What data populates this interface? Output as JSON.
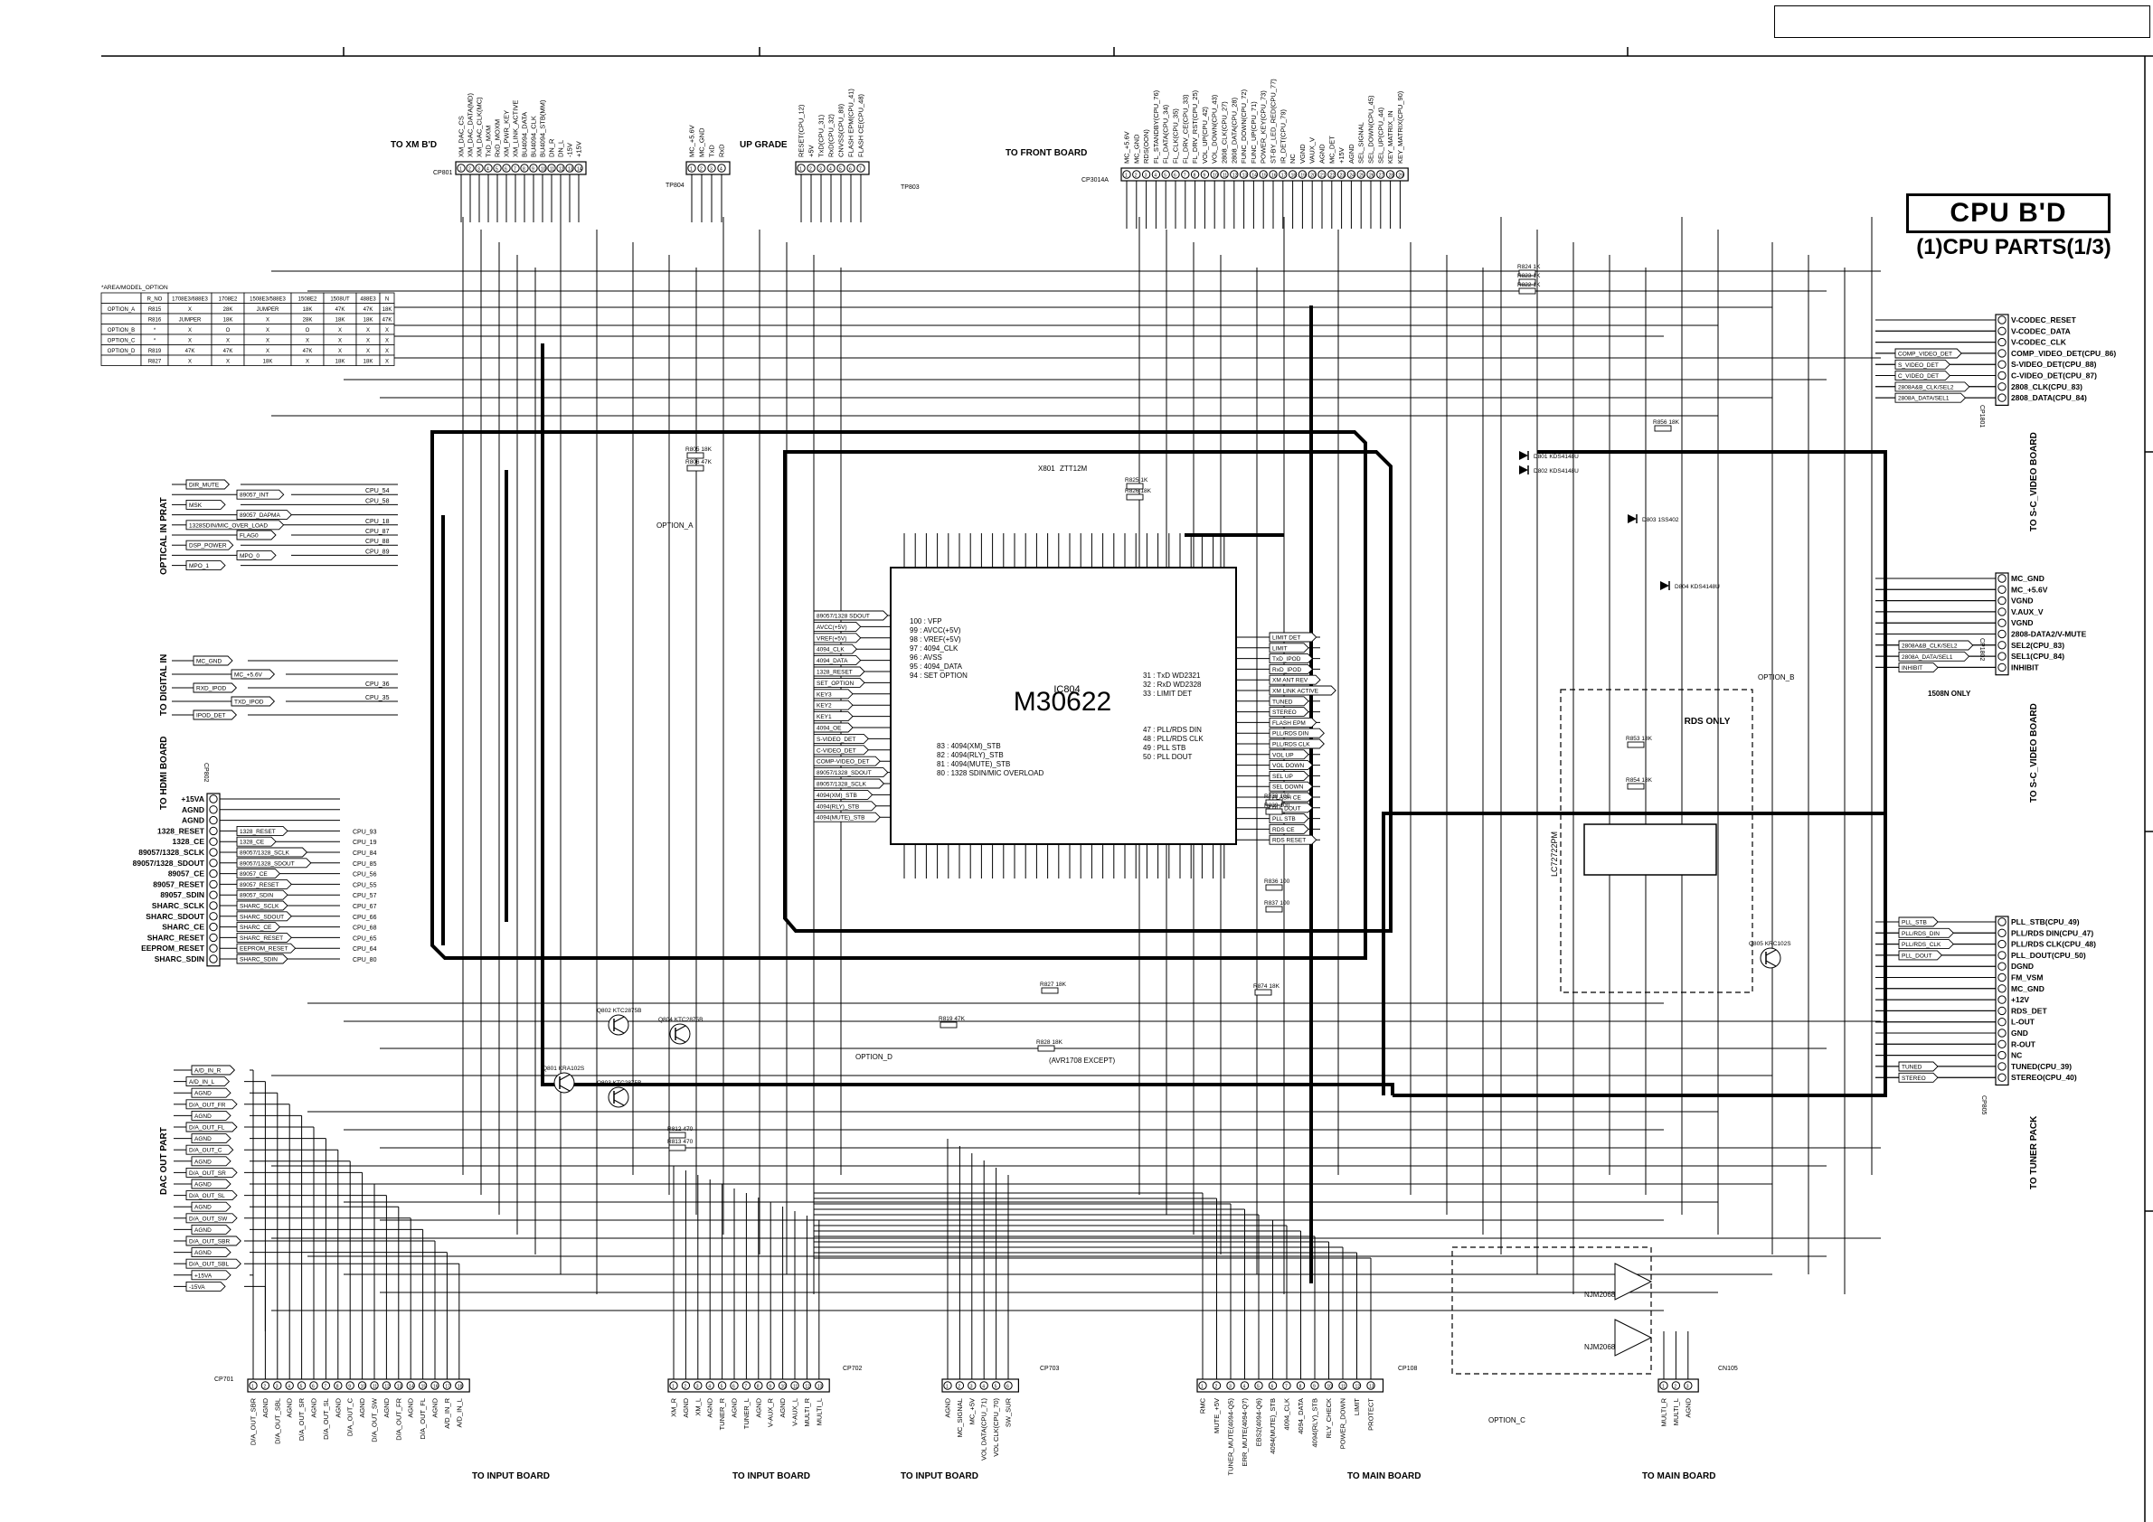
{
  "title": {
    "main": "CPU B'D",
    "sub": "(1)CPU PARTS(1/3)"
  },
  "ic": {
    "ref": "IC804",
    "part": "M30622"
  },
  "boards": {
    "xm": "TO XM B'D",
    "upgrade": "UP GRADE",
    "front": "TO FRONT BOARD",
    "optical": "OPTICAL IN PRAT",
    "digital": "TO DIGITAL IN",
    "hdmi": "TO HDMI BOARD",
    "dac": "DAC OUT PART",
    "svideo1": "TO S-C_VIDEO BOARD",
    "svideo2": "TO S-C_VIDEO BOARD",
    "tuner": "TO TUNER PACK",
    "input1": "TO INPUT BOARD",
    "input2": "TO INPUT BOARD",
    "input3": "TO INPUT BOARD",
    "main1": "TO MAIN BOARD",
    "main2": "TO MAIN BOARD"
  },
  "connectors": {
    "cp701": "CP701",
    "cp702": "CP702",
    "cp703": "CP703",
    "cp108": "CP108",
    "cn105": "CN105",
    "cp801": "CP801",
    "tp804": "TP804",
    "tp803": "TP803",
    "cp3014": "CP3014A",
    "cp1801": "CP1801",
    "cp1802": "CP1802",
    "cp802": "CP802",
    "cp805": "CP805"
  },
  "option_table": {
    "caption": "*AREA/MODEL_OPTION",
    "headers": [
      "",
      "R_NO",
      "1708E3/688E3",
      "1708E2",
      "1508E3/588E3",
      "1508E2",
      "1508UT",
      "488E3",
      "N"
    ],
    "rows": [
      [
        "OPTION_A",
        "R815",
        "X",
        "28K",
        "JUMPER",
        "18K",
        "47K",
        "47K",
        "18K"
      ],
      [
        "",
        "R816",
        "JUMPER",
        "18K",
        "X",
        "28K",
        "18K",
        "18K",
        "47K"
      ],
      [
        "OPTION_B",
        "*",
        "X",
        "O",
        "X",
        "O",
        "X",
        "X",
        "X"
      ],
      [
        "OPTION_C",
        "*",
        "X",
        "X",
        "X",
        "X",
        "X",
        "X",
        "X"
      ],
      [
        "OPTION_D",
        "R819",
        "47K",
        "47K",
        "X",
        "47K",
        "X",
        "X",
        "X"
      ],
      [
        "",
        "R827",
        "X",
        "X",
        "18K",
        "X",
        "18K",
        "18K",
        "X"
      ]
    ]
  },
  "xm_pins": [
    "XM_DAC_CS",
    "XM_DAC_DATA(MD)",
    "XM_DAC_CLK(MC)",
    "TxD_MXM",
    "RxD_MOXM",
    "XM_PWR_KEY",
    "XM_LINK_ACTIVE",
    "BU4094_DATA",
    "BU4094_CLK",
    "BU4094_STB(MM)",
    "DN_R",
    "DN_L",
    "-15V",
    "+15V"
  ],
  "upgrade_pins": [
    "MC_+5.6V",
    "MC_GND",
    "TxD",
    "RxD"
  ],
  "tp803_pins": [
    "RESET(CPU_12)",
    "+5V",
    "TxD(CPU_31)",
    "RxD(CPU_32)",
    "CNVSS(CPU_89)",
    "FLASH EPM(CPU_41)",
    "FLASH CE(CPU_48)"
  ],
  "front_pins": [
    "MC_+5.6V",
    "MC_GND",
    "RDS(OON)",
    "FL_STANDBY(CPU_76)",
    "FL_DATA(CPU_34)",
    "FL_CLK(CPU_35)",
    "FL_DRV_CE(CPU_33)",
    "FL_DRV_RST(CPU_25)",
    "VOL_UP(CPU_42)",
    "VOL_DOWN(CPU_43)",
    "2808_CLK(CPU_27)",
    "2808_DATA(CPU_28)",
    "FUNC_DOWN(CPU_72)",
    "FUNC_UP(CPU_71)",
    "POWER_KEY(CPU_73)",
    "ST-BY_LED_RED(CPU_77)",
    "IR_DET(CPU_79)",
    "NC",
    "VGND",
    "VAUX_V",
    "AGND",
    "MC_DET",
    "+15V",
    "AGND",
    "SEL_SIGNAL",
    "SEL_DOWN(CPU_45)",
    "SEL_UP(CPU_44)",
    "KEY_MATRIX_IN",
    "KEY_MATRIX(CPU_90)"
  ],
  "optical_sigs": [
    {
      "net": "DIR_MUTE",
      "cpu": ""
    },
    {
      "net": "89057_INT",
      "cpu": "CPU_54"
    },
    {
      "net": "MSK",
      "cpu": "CPU_58"
    },
    {
      "net": "89057_DAPMA",
      "cpu": ""
    },
    {
      "net": "1328SDIN/MIC_OVER_LOAD",
      "cpu": "CPU_18"
    },
    {
      "net": "FLAG0",
      "cpu": "CPU_87"
    },
    {
      "net": "DSP_POWER",
      "cpu": "CPU_88"
    },
    {
      "net": "MPO_0",
      "cpu": "CPU_89"
    },
    {
      "net": "MPO_1",
      "cpu": ""
    }
  ],
  "digital_sigs": [
    {
      "net": "MC_GND",
      "cpu": ""
    },
    {
      "net": "MC_+5.6V",
      "cpu": ""
    },
    {
      "net": "RXD_IPOD",
      "cpu": "CPU_36"
    },
    {
      "net": "TXD_IPOD",
      "cpu": "CPU_35"
    },
    {
      "net": "IPOD_DET",
      "cpu": ""
    }
  ],
  "hdmi_sigs": [
    {
      "net": "+15VA",
      "cpu": ""
    },
    {
      "net": "AGND",
      "cpu": ""
    },
    {
      "net": "AGND",
      "cpu": ""
    },
    {
      "net": "1328_RESET",
      "cpu": "CPU_93"
    },
    {
      "net": "1328_CE",
      "cpu": "CPU_19"
    },
    {
      "net": "89057/1328_SCLK",
      "cpu": "CPU_84"
    },
    {
      "net": "89057/1328_SDOUT",
      "cpu": "CPU_85"
    },
    {
      "net": "89057_CE",
      "cpu": "CPU_56"
    },
    {
      "net": "89057_RESET",
      "cpu": "CPU_55"
    },
    {
      "net": "89057_SDIN",
      "cpu": "CPU_57"
    },
    {
      "net": "SHARC_SCLK",
      "cpu": "CPU_67"
    },
    {
      "net": "SHARC_SDOUT",
      "cpu": "CPU_66"
    },
    {
      "net": "SHARC_CE",
      "cpu": "CPU_68"
    },
    {
      "net": "SHARC_RESET",
      "cpu": "CPU_65"
    },
    {
      "net": "EEPROM_RESET",
      "cpu": "CPU_64"
    },
    {
      "net": "SHARC_SDIN",
      "cpu": "CPU_80"
    }
  ],
  "dac_sigs": [
    "A/D_IN_R",
    "A/D_IN_L",
    "AGND",
    "D/A_OUT_FR",
    "AGND",
    "D/A_OUT_FL",
    "AGND",
    "D/A_OUT_C",
    "AGND",
    "D/A_OUT_SR",
    "AGND",
    "D/A_OUT_SL",
    "AGND",
    "D/A_OUT_SW",
    "AGND",
    "D/A_OUT_SBR",
    "AGND",
    "D/A_OUT_SBL",
    "+15VA",
    "-15VA"
  ],
  "cp701_pins": [
    "D/A_OUT_SBR",
    "AGND",
    "D/A_OUT_SBL",
    "AGND",
    "D/A_OUT_SR",
    "AGND",
    "D/A_OUT_SL",
    "AGND",
    "D/A_OUT_C",
    "AGND",
    "D/A_OUT_SW",
    "AGND",
    "D/A_OUT_FR",
    "AGND",
    "D/A_OUT_FL",
    "AGND",
    "A/D_IN_R",
    "A/D_IN_L"
  ],
  "cp702_pins": [
    "XM_R",
    "AGND",
    "XM_L",
    "AGND",
    "TUNER_R",
    "AGND",
    "TUNER_L",
    "AGND",
    "V-AUX_R",
    "AGND",
    "V-AUX_L",
    "MULTI_R",
    "MULTI_L"
  ],
  "cp703_pins": [
    "AGND",
    "MC_SIGNAL",
    "MC_+5V",
    "VOL DATA(CPU_71)",
    "VOL CLK(CPU_70)",
    "SW_SUR"
  ],
  "cp108_pins": [
    "RMC",
    "MUTE_+5V",
    "TUNER_MUTE(4094-Q5)",
    "ERR_MUTE(4094-Q7)",
    "EBS2(4094-Q6)",
    "4094(MUTE)_STB",
    "4094_CLK",
    "4094_DATA",
    "4094(RLY)_STB",
    "RLY_CHECK",
    "POWER_DOWN",
    "LIMIT",
    "PROTECT"
  ],
  "cn105_pins": [
    "MULTI_R",
    "MULTI_L",
    "AGND"
  ],
  "svid1_pins": [
    "V-CODEC_RESET",
    "V-CODEC_DATA",
    "V-CODEC_CLK",
    "COMP_VIDEO_DET(CPU_86)",
    "S-VIDEO_DET(CPU_88)",
    "C-VIDEO_DET(CPU_87)",
    "2808_CLK(CPU_83)",
    "2808_DATA(CPU_84)"
  ],
  "svid1_nets": [
    "COMP_VIDEO_DET",
    "S_VIDEO_DET",
    "C_VIDEO_DET",
    "2808A&B_CLK/SEL2",
    "2808A_DATA/SEL1"
  ],
  "svid2_pins": [
    "MC_GND",
    "MC_+5.6V",
    "VGND",
    "V.AUX_V",
    "VGND",
    "2808-DATA2/V-MUTE",
    "SEL2(CPU_83)",
    "SEL1(CPU_84)",
    "INHIBIT"
  ],
  "svid2_nets": [
    "2808A&B_CLK/SEL2",
    "2808A_DATA/SEL1",
    "INHIBIT"
  ],
  "svid2_note": "1508N ONLY",
  "tuner_pins": [
    "PLL_STB(CPU_49)",
    "PLL/RDS DIN(CPU_47)",
    "PLL/RDS CLK(CPU_48)",
    "PLL_DOUT(CPU_50)",
    "DGND",
    "FM_VSM",
    "MC_GND",
    "+12V",
    "RDS_DET",
    "L-OUT",
    "GND",
    "R-OUT",
    "NC",
    "TUNED(CPU_39)",
    "STEREO(CPU_40)"
  ],
  "tuner_nets": [
    "PLL_STB",
    "PLL/RDS_DIN",
    "PLL/RDS_CLK",
    "PLL_DOUT",
    "TUNED",
    "STEREO"
  ],
  "cpu_left_pins": [
    "89057/1328 SDOUT",
    "AVCC(+5V)",
    "VREF(+5V)",
    "4094_CLK",
    "4094_DATA",
    "1328_RESET",
    "SET_OPTION",
    "KEY3",
    "KEY2",
    "KEY1",
    "4094_OE",
    "S-VIDEO_DET",
    "C-VIDEO_DET",
    "COMP-VIDEO_DET",
    "89057/1328_SDOUT",
    "89057/1328_SCLK",
    "4094(XM)_STB",
    "4094(RLY)_STB",
    "4094(MUTE)_STB"
  ],
  "cpu_right_pins": [
    "LIMIT DET",
    "LIMIT",
    "TxD_IPOD",
    "RxD_IPOD",
    "XM ANT REV",
    "XM LINK ACTIVE",
    "TUNED",
    "STEREO",
    "FLASH EPM",
    "PLL/RDS DIN",
    "PLL/RDS CLK",
    "VOL UP",
    "VOL DOWN",
    "SEL UP",
    "SEL DOWN",
    "FLASH CE",
    "PLL DOUT",
    "PLL STB",
    "RDS CE",
    "RDS RESET"
  ],
  "cpu_notes": [
    "100 : VFP",
    "99 : AVCC(+5V)",
    "98 : VREF(+5V)",
    "97 : 4094_CLK",
    "96 : AVSS",
    "95 : 4094_DATA",
    "94 : SET OPTION",
    "83 : 4094(XM)_STB",
    "82 : 4094(RLY)_STB",
    "81 : 4094(MUTE)_STB",
    "80 : 1328 SDIN/MIC OVERLOAD",
    "31 : TxD WD2321",
    "32 : RxD WD2328",
    "33 : LIMIT DET",
    "47 : PLL/RDS DIN",
    "48 : PLL/RDS CLK",
    "49 : PLL STB",
    "50 : PLL DOUT"
  ],
  "rds": {
    "title": "RDS ONLY",
    "ic": "LC72722PM",
    "ic2": "NJM2068M"
  },
  "options": [
    "OPTION_A",
    "OPTION_B",
    "OPTION_C",
    "OPTION_D"
  ],
  "except_note": "(AVR1708 EXCEPT)",
  "crystal": {
    "ref": "X801",
    "val": "ZTT12M"
  },
  "transistors": [
    "Q801 KRA102S",
    "Q802 KTC2875B",
    "Q803 KTC2875B",
    "Q804 KTC2875B",
    "Q805 KRC102S"
  ],
  "diodes": [
    "D801 KDS4148U",
    "D802 KDS4148U",
    "D803 1SS402",
    "D804 KDS4148U"
  ],
  "resistors": [
    "R805 18K",
    "R806 47K",
    "R825 1K",
    "R826 18K",
    "R827 18K",
    "R828 18K",
    "R819 47K",
    "R874 18K",
    "R836 100",
    "R837 100",
    "R838 100",
    "R839 100",
    "R824 1K",
    "R823 1K",
    "R822 1K",
    "R856 18K",
    "R853 18K",
    "R854 18K",
    "R812 470",
    "R813 470"
  ]
}
